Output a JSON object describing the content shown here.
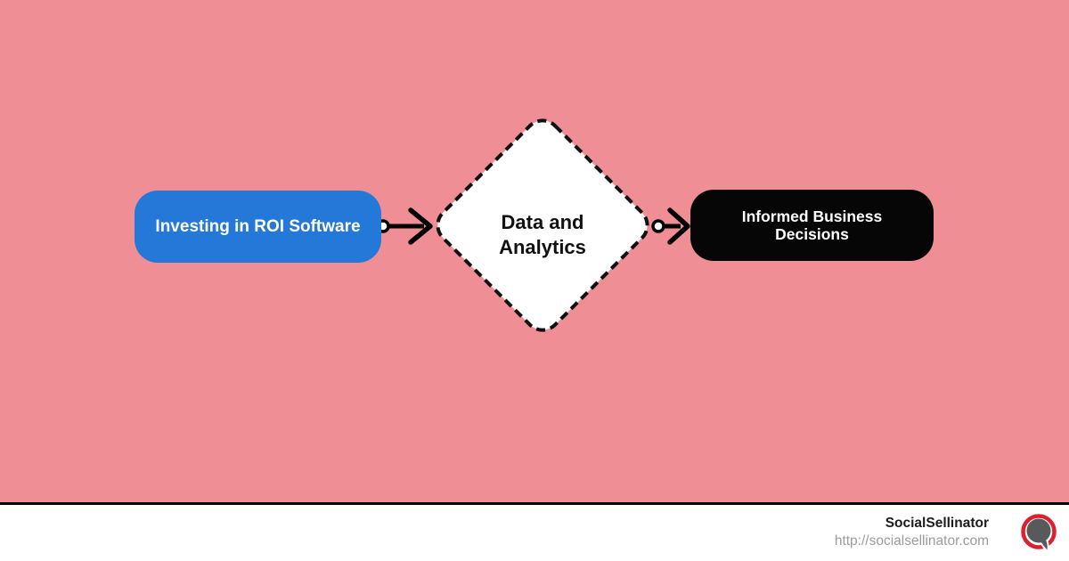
{
  "canvas": {
    "background_color": "#F08E96",
    "divider_color": "#000000"
  },
  "diagram": {
    "nodes": [
      {
        "id": "investing-roi-software",
        "label": "Investing in ROI Software",
        "shape": "rounded-rectangle",
        "fill": "#2378D8",
        "text_color": "#FFFFFF"
      },
      {
        "id": "data-and-analytics",
        "label": "Data and Analytics",
        "shape": "diamond-dashed",
        "fill": "#FFFFFF",
        "border_color": "#111111",
        "text_color": "#111111"
      },
      {
        "id": "informed-business-decisions",
        "label": "Informed Business Decisions",
        "shape": "rounded-rectangle",
        "fill": "#060606",
        "text_color": "#FFFFFF"
      }
    ],
    "connectors": [
      {
        "from": "investing-roi-software",
        "to": "data-and-analytics",
        "style": "circle-start-chevron-arrow-end",
        "color": "#000000"
      },
      {
        "from": "data-and-analytics",
        "to": "informed-business-decisions",
        "style": "circle-start-chevron-arrow-end",
        "color": "#000000"
      }
    ]
  },
  "footer": {
    "brand": "SocialSellinator",
    "url": "http://socialsellinator.com",
    "brand_color": "#1C1C1C",
    "url_color": "#9C9C9C",
    "logo": {
      "name": "socialsellinator-logo",
      "ring_color": "#DE1F2D",
      "bubble_color": "#58595B"
    }
  }
}
